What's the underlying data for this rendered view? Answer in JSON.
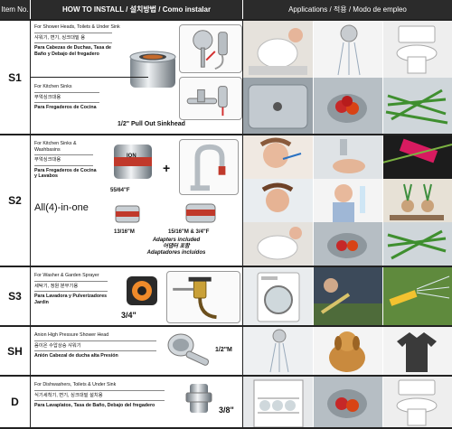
{
  "header": {
    "item_no": "Item No.",
    "how_to_install": "HOW TO INSTALL / 설치방법 / Como instalar",
    "applications": "Applications / 적용 / Modo de empleo"
  },
  "rows": {
    "s1": {
      "item": "S1",
      "p1": {
        "en": "For Shower Heads, Toilets & Under Sink",
        "ko": "샤워기, 변기, 싱크대밑 용",
        "es": "Para Cabezas de Duchas, Tasa de Baño y Debajo del fregadero"
      },
      "p2": {
        "en": "For Kitchen Sinks",
        "ko": "부엌싱크대용",
        "es": "Para Fregaderos de Cocina"
      },
      "size_label": "1/2\" Pull Out Sinkhead"
    },
    "s2": {
      "item": "S2",
      "p1": {
        "en": "For Kitchen Sinks & Washbasins",
        "ko": "부엌싱크대용",
        "es": "Para Fregaderos de Cocina y Lavabos"
      },
      "all_in_one": "All(4)-in-one",
      "plus": "+",
      "brand": "ION",
      "size_a": "55/64\"F",
      "size_b": "13/16\"M",
      "size_c": "15/16\"M & 3/4\"F",
      "adapters_en": "Adapters included",
      "adapters_ko": "어댑터 포함",
      "adapters_es": "Adaptadores incluidos"
    },
    "s3": {
      "item": "S3",
      "p1": {
        "en": "For Washer & Garden Sprayer",
        "ko": "세탁기, 정원 분무기용",
        "es": "Para Lavadora y Pulverizadores Jardin"
      },
      "size": "3/4\""
    },
    "sh": {
      "item": "SH",
      "p1": {
        "en": "Anion High Pressure Shower Head",
        "ko": "음이온 수압상승 샤워기",
        "es": "Anión Cabezal de ducha alta Presión"
      },
      "size": "1/2\"M"
    },
    "d": {
      "item": "D",
      "p1": {
        "en": "For Dishwashers, Toilets & Under Sink",
        "ko": "식기세척기, 변기, 싱크대밑 설치용",
        "es": "Para Lavaplatos, Tasa de Baño, Debajo del fregadero"
      },
      "size": "3/8\""
    }
  },
  "icons": {
    "filter": "filter-cartridge-icon",
    "faucet": "faucet-icon",
    "shower": "shower-head-icon",
    "toilet": "toilet-icon"
  },
  "colors": {
    "header_bg": "#2b2b2b",
    "grid": "#222222",
    "chrome": "#b9c0c6",
    "accent_red": "#c62828"
  }
}
